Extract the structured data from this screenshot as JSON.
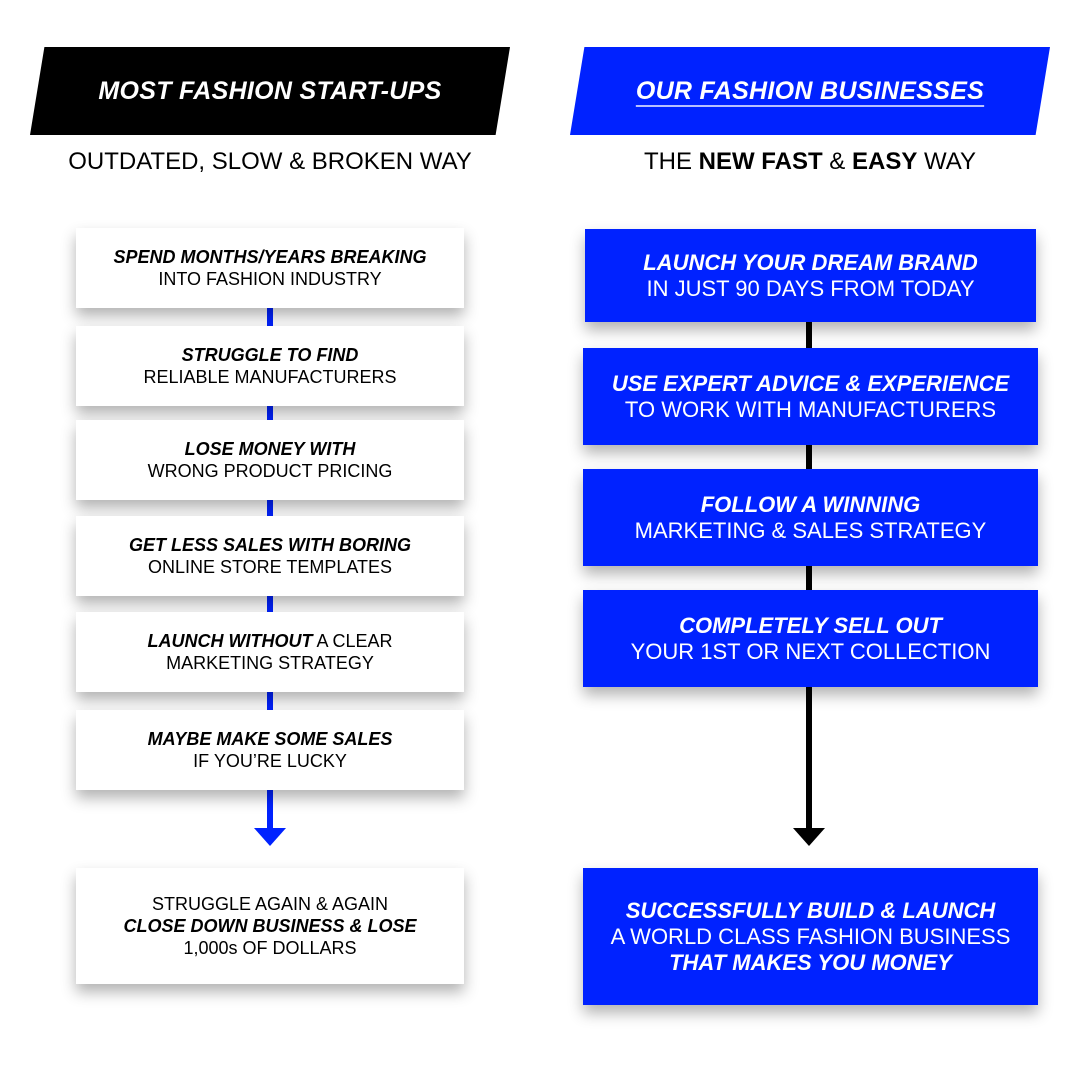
{
  "left": {
    "header": "MOST FASHION START-UPS",
    "subtitle": "OUTDATED, SLOW & BROKEN WAY",
    "steps": [
      {
        "bold": "SPEND MONTHS/YEARS BREAKING",
        "rest": "INTO FASHION INDUSTRY"
      },
      {
        "bold": "STRUGGLE TO FIND",
        "rest": "RELIABLE MANUFACTURERS"
      },
      {
        "bold": "LOSE MONEY WITH",
        "rest": "WRONG PRODUCT PRICING"
      },
      {
        "bold": "GET LESS SALES WITH BORING",
        "rest": "ONLINE STORE TEMPLATES"
      },
      {
        "bold": "LAUNCH WITHOUT",
        "rest_inline": " A CLEAR",
        "rest": "MARKETING STRATEGY"
      },
      {
        "bold": "MAYBE MAKE SOME SALES",
        "rest": "IF YOU’RE LUCKY"
      }
    ],
    "outcome": {
      "line1": "STRUGGLE AGAIN & AGAIN",
      "line2": "CLOSE DOWN BUSINESS & LOSE",
      "line3": "1,000s OF DOLLARS"
    }
  },
  "right": {
    "header": "OUR FASHION BUSINESSES",
    "subtitle": {
      "a": "THE ",
      "b": "NEW FAST",
      "c": " & ",
      "d": "EASY",
      "e": " WAY"
    },
    "steps": [
      {
        "bold": "LAUNCH YOUR DREAM BRAND",
        "rest": "IN JUST 90 DAYS FROM TODAY"
      },
      {
        "bold": "USE EXPERT ADVICE & EXPERIENCE",
        "rest": "TO WORK WITH MANUFACTURERS"
      },
      {
        "bold": "FOLLOW A WINNING",
        "rest": "MARKETING & SALES STRATEGY"
      },
      {
        "bold": "COMPLETELY SELL OUT",
        "rest": "YOUR 1ST OR NEXT COLLECTION"
      }
    ],
    "outcome": {
      "line1": "SUCCESSFULLY BUILD & LAUNCH",
      "line2": "A WORLD CLASS FASHION BUSINESS",
      "line3": "THAT MAKES YOU MONEY"
    }
  },
  "colors": {
    "blue": "#0022ff",
    "black": "#000000"
  }
}
